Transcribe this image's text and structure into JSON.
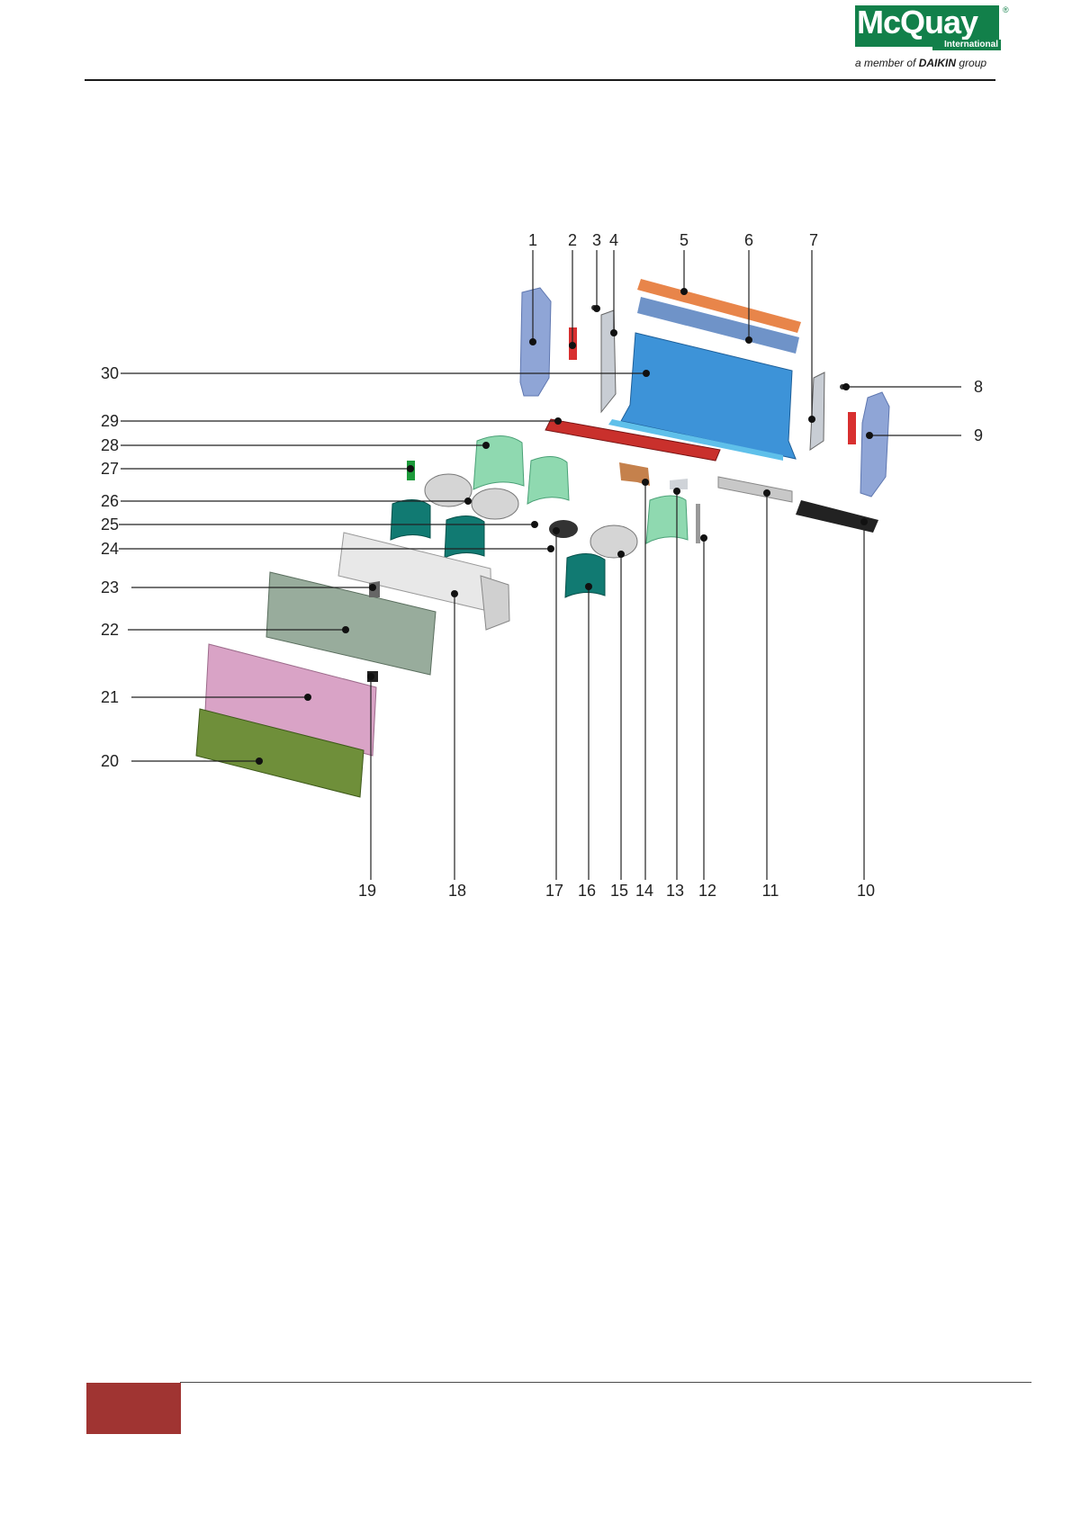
{
  "header": {
    "logo": {
      "wordmark": "McQuay",
      "sub": "International",
      "reg": "®",
      "tag_prefix": "a member of",
      "tag_brand": "DAIKIN",
      "tag_suffix": "group"
    },
    "brand_color": "#12804a"
  },
  "footer": {
    "box_color": "#a03432"
  },
  "diagram": {
    "callouts": [
      "1",
      "2",
      "3",
      "4",
      "5",
      "6",
      "7",
      "8",
      "9",
      "10",
      "11",
      "12",
      "13",
      "14",
      "15",
      "16",
      "17",
      "18",
      "19",
      "20",
      "21",
      "22",
      "23",
      "24",
      "25",
      "26",
      "27",
      "28",
      "29",
      "30"
    ]
  }
}
